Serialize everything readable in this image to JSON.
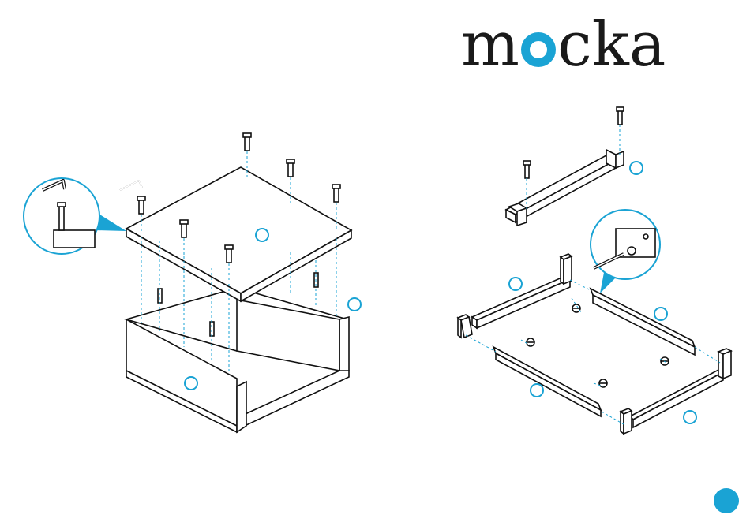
{
  "brand": {
    "logo_text": "mocka",
    "accent_color": "#1aa3d4",
    "text_color": "#1a1a1a"
  },
  "parts": [
    {
      "id": "top-panel"
    },
    {
      "id": "left-side-panel"
    },
    {
      "id": "back-panel"
    },
    {
      "id": "frame-bar"
    },
    {
      "id": "frame-rail-left"
    },
    {
      "id": "frame-rail-right"
    },
    {
      "id": "frame-rail-front"
    },
    {
      "id": "frame-rail-back"
    }
  ],
  "icons": [
    "allen-key-icon",
    "bolt-icon",
    "dowel-icon",
    "cam-lock-icon",
    "screwdriver-icon"
  ]
}
